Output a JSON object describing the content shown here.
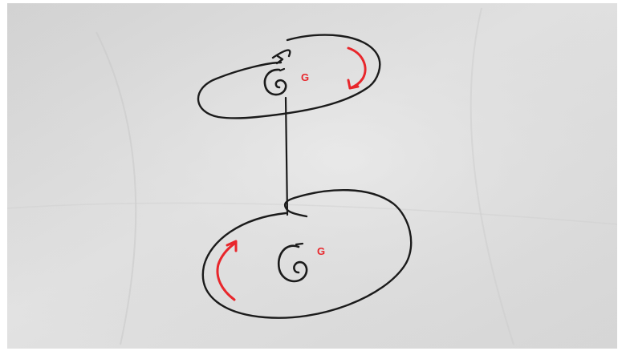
{
  "diagram": {
    "ink_color": "#1b1b1b",
    "annotation_color": "#e8262b",
    "paper_color": "#dcdcdc",
    "upper_disk": {
      "center_label": "G",
      "rotation": "clockwise"
    },
    "lower_disk": {
      "center_label": "G",
      "rotation": "clockwise"
    }
  }
}
